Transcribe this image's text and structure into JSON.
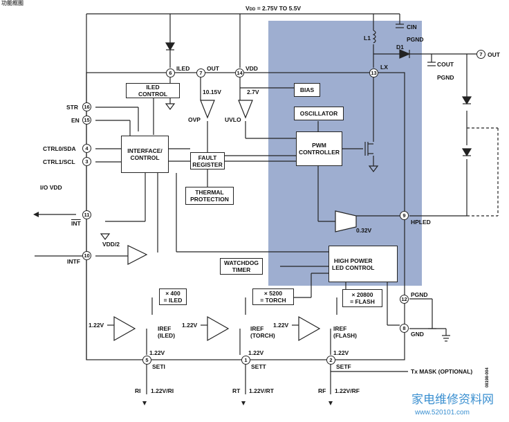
{
  "header": {
    "top_left_text": "功能框图"
  },
  "supply": {
    "vdd_range": "VDD = 2.75V TO 5.5V",
    "vdd_main": "V",
    "vdd_sub": "DD",
    "vdd_rest": " = 2.75V TO 5.5V"
  },
  "pins": [
    {
      "num": "6",
      "label": "ILED"
    },
    {
      "num": "7",
      "label": "OUT"
    },
    {
      "num": "14",
      "label": "VDD"
    },
    {
      "num": "13",
      "label": "LX"
    },
    {
      "num": "16",
      "label": "STR"
    },
    {
      "num": "15",
      "label": "EN"
    },
    {
      "num": "4",
      "label": "CTRL0/SDA"
    },
    {
      "num": "3",
      "label": "CTRL1/SCL"
    },
    {
      "num": "11",
      "label": "INT"
    },
    {
      "num": "10",
      "label": "INTF"
    },
    {
      "num": "9",
      "label": "HPLED"
    },
    {
      "num": "12",
      "label": "PGND"
    },
    {
      "num": "8",
      "label": "GND"
    },
    {
      "num": "5",
      "label": "SETI"
    },
    {
      "num": "1",
      "label": "SETT"
    },
    {
      "num": "2",
      "label": "SETF"
    },
    {
      "num": "7",
      "label": "OUT"
    }
  ],
  "blocks": {
    "iled_control": "ILED\nCONTROL",
    "bias": "BIAS",
    "oscillator": "OSCILLATOR",
    "pwm": "PWM\nCONTROLLER",
    "interface": "INTERFACE/\nCONTROL",
    "fault": "FAULT\nREGISTER",
    "thermal": "THERMAL\nPROTECTION",
    "watchdog": "WATCHDOG\nTIMER",
    "hp_led": "HIGH POWER\nLED CONTROL",
    "x400": "× 400\n= ILED",
    "x5200": "× 5200\n= TORCH",
    "x20800": "× 20800\n= FLASH"
  },
  "labels": {
    "ovp": "OVP",
    "uvlo": "UVLO",
    "v1015": "10.15V",
    "v27": "2.7V",
    "v032": "0.32V",
    "vdd2": "VDD/2",
    "io_vdd": "I/O VDD",
    "l1": "L1",
    "d1": "D1",
    "cin": "CIN",
    "pgnd1": "PGND",
    "cout": "COUT",
    "pgnd2": "PGND",
    "ref1": "1.22V",
    "ref2": "1.22V",
    "ref3": "1.22V",
    "iref_iled": "IREF\n(ILED)",
    "iref_torch": "IREF\n(TORCH)",
    "iref_flash": "IREF\n(FLASH)",
    "seti_v": "1.22V",
    "sett_v": "1.22V",
    "setf_v": "1.22V",
    "ri": "RI",
    "rt": "RT",
    "rf": "RF",
    "ri_v": "1.22V/RI",
    "rt_v": "1.22V/RT",
    "rf_v": "1.22V/RF",
    "tx_mask": "Tx MASK (OPTIONAL)",
    "fig_id": "08198-004",
    "watermark_cn": "家电维修资料网",
    "watermark_url": "www.520101.com"
  },
  "colors": {
    "shade": "#9eaed0",
    "line": "#222222",
    "watermark": "#3a8fd0"
  }
}
